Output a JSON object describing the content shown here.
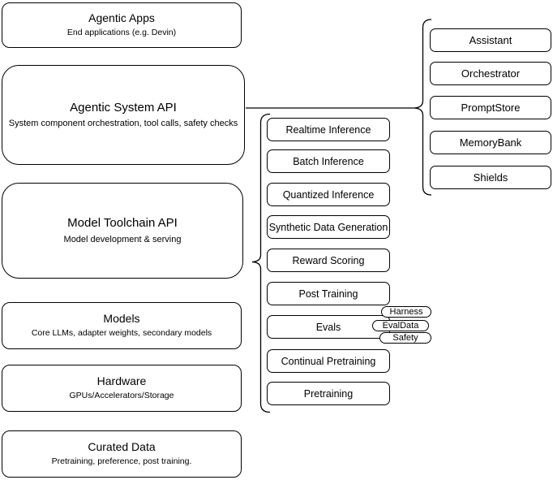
{
  "colors": {
    "stroke": "#000000",
    "background": "#ffffff",
    "text": "#000000"
  },
  "layers": [
    {
      "title": "Agentic Apps",
      "subtitle": "End applications (e.g. Devin)"
    },
    {
      "title": "Agentic System API",
      "subtitle": "System component orchestration, tool calls, safety checks"
    },
    {
      "title": "Model Toolchain API",
      "subtitle": "Model development & serving"
    },
    {
      "title": "Models",
      "subtitle": "Core LLMs, adapter weights, secondary models"
    },
    {
      "title": "Hardware",
      "subtitle": "GPUs/Accelerators/Storage"
    },
    {
      "title": "Curated Data",
      "subtitle": "Pretraining, preference, post training."
    }
  ],
  "toolchain_components": [
    "Realtime Inference",
    "Batch Inference",
    "Quantized Inference",
    "Synthetic Data Generation",
    "Reward Scoring",
    "Post Training",
    "Evals",
    "Continual Pretraining",
    "Pretraining"
  ],
  "evals_tags": [
    "Harness",
    "EvalData",
    "Safety"
  ],
  "system_components": [
    "Assistant",
    "Orchestrator",
    "PromptStore",
    "MemoryBank",
    "Shields"
  ]
}
